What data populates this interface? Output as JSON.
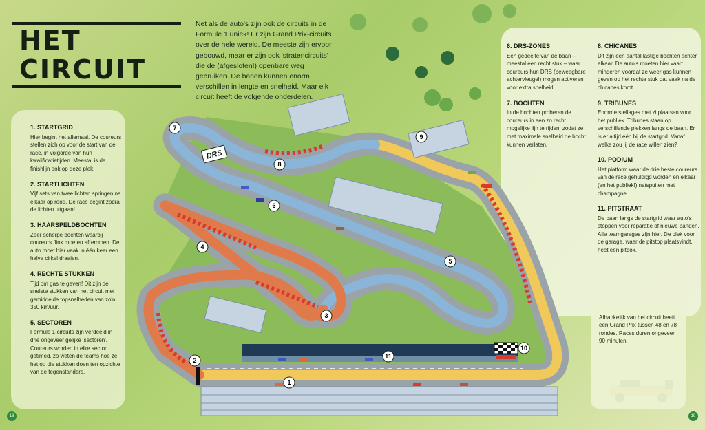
{
  "title": "HET CIRCUIT",
  "intro": "Net als de auto's zijn ook de circuits in de Formule 1 uniek! Er zijn Grand Prix-circuits over de hele wereld. De meeste zijn ervoor gebouwd, maar er zijn ook 'stratencircuits' die de (afgesloten!) openbare weg gebruiken. De banen kunnen enorm verschillen in lengte en snelheid. Maar elk circuit heeft de volgende onderdelen.",
  "sections": [
    {
      "heading": "1. STARTGRID",
      "text": "Hier begint het allemaal. De coureurs stellen zich op voor de start van de race, in volgorde van hun kwalificatietijden. Meestal is de finishlijn ook op deze plek."
    },
    {
      "heading": "2. STARTLICHTEN",
      "text": "Vijf sets van twee lichten springen na elkaar op rood. De race begint zodra de lichten uitgaan!"
    },
    {
      "heading": "3. HAARSPELDBOCHTEN",
      "text": "Zeer scherpe bochten waarbij coureurs flink moeten afremmen. De auto moet hier vaak in één keer een halve cirkel draaien."
    },
    {
      "heading": "4. RECHTE STUKKEN",
      "text": "Tijd om gas te geven! Dit zijn de snelste stukken van het circuit met gemiddelde topsnelheden van zo'n 350 km/uur."
    },
    {
      "heading": "5. SECTOREN",
      "text": "Formule 1-circuits zijn verdeeld in drie ongeveer gelijke 'sectoren'. Coureurs worden in elke sector getimed, zo weten de teams hoe ze het op die stukken doen ten opzichte van de tegenstanders."
    },
    {
      "heading": "6. DRS-ZONES",
      "text": "Een gedeelte van de baan – meestal een recht stuk – waar coureurs hun DRS (beweegbare achtervleugel) mogen activeren voor extra snelheid."
    },
    {
      "heading": "7. BOCHTEN",
      "text": "In de bochten proberen de coureurs in een zo recht mogelijke lijn te rijden, zodat ze met maximale snelheid de bocht kunnen verlaten."
    },
    {
      "heading": "8. CHICANES",
      "text": "Dit zijn een aantal lastige bochten achter elkaar. De auto's moeten hier vaart minderen voordat ze weer gas kunnen geven op het rechte stuk dat vaak na de chicanes komt."
    },
    {
      "heading": "9. TRIBUNES",
      "text": "Enorme stellages met zitplaatsen voor het publiek. Tribunes staan op verschillende plekken langs de baan. Er is er altijd één bij de startgrid. Vanaf welke zou jij de race willen zien?"
    },
    {
      "heading": "10. PODIUM",
      "text": "Het platform waar de drie beste coureurs van de race gehuldigd worden en elkaar (en het publiek!) natspuiten met champagne."
    },
    {
      "heading": "11. PITSTRAAT",
      "text": "De baan langs de startgrid waar auto's stoppen voor reparatie of nieuwe banden. Alle teamgarages zijn hier. De plek voor de garage, waar de pitstop plaatsvindt, heet een pitbox."
    }
  ],
  "note": "Afhankelijk van het circuit heeft een Grand Prix tussen 48 en 78 rondes. Races duren ongeveer 90 minuten.",
  "map": {
    "drs_label": "DRS",
    "markers": [
      "1",
      "2",
      "3",
      "4",
      "5",
      "6",
      "7",
      "8",
      "9",
      "10",
      "11"
    ]
  },
  "page_numbers": {
    "left": "18",
    "right": "19"
  },
  "colors": {
    "grass": "#a9cc6a",
    "track": "#9aa3a8",
    "blue": "#8ab4d8",
    "orange": "#e07a4a",
    "yellow": "#f1c85a",
    "kerb_red": "#d93a2b"
  }
}
